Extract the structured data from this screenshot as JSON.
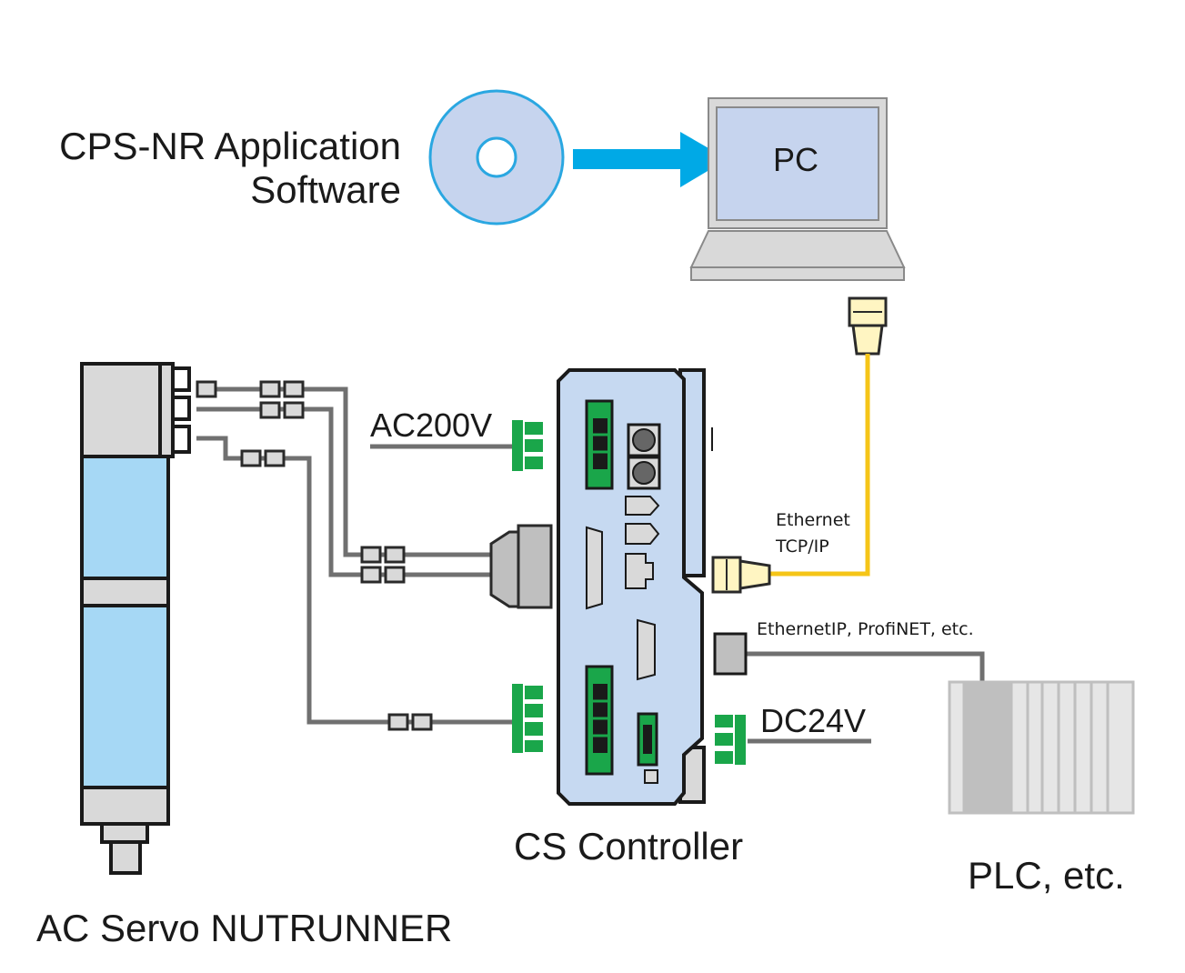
{
  "labels": {
    "software": [
      "CPS-NR Application",
      "Software"
    ],
    "pc": "PC",
    "ac200v": "AC200V",
    "dc24v": "DC24V",
    "ethernet": [
      "Ethernet",
      "TCP/IP"
    ],
    "fieldbus": "EthernetIP, ProfiNET, etc.",
    "controller": "CS Controller",
    "plc": "PLC, etc.",
    "nutrunner": "AC Servo NUTRUNNER"
  },
  "colors": {
    "cable": "#707070",
    "arrow": "#00a9e6",
    "ethernet_cable": "#f5c518",
    "terminal_green": "#1aa64a",
    "controller_blue": "#c6d9f1",
    "nutrunner_blue": "#a6d8f5",
    "device_gray": "#d9d9d9",
    "disc": "#c6d4ee"
  }
}
